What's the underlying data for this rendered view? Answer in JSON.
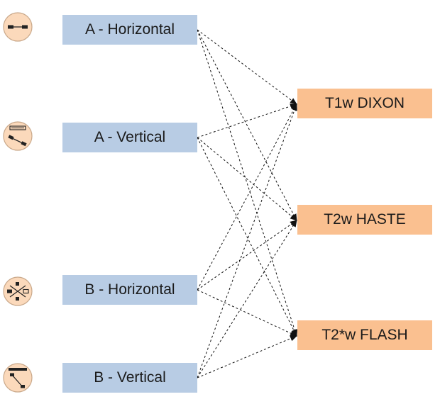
{
  "colors": {
    "source_fill": "#b8cce4",
    "target_fill": "#fac090",
    "icon_fill": "#fbd9bb",
    "icon_stroke": "#c9a88a",
    "edge": "#111111"
  },
  "sources": [
    {
      "id": "a-horizontal",
      "label": "A - Horizontal"
    },
    {
      "id": "a-vertical",
      "label": "A - Vertical"
    },
    {
      "id": "b-horizontal",
      "label": "B - Horizontal"
    },
    {
      "id": "b-vertical",
      "label": "B - Vertical"
    }
  ],
  "targets": [
    {
      "id": "t1w-dixon",
      "label": "T1w DIXON"
    },
    {
      "id": "t2w-haste",
      "label": "T2w HASTE"
    },
    {
      "id": "t2sw-flash",
      "label": "T2*w FLASH"
    }
  ],
  "edges": [
    [
      "a-horizontal",
      "t1w-dixon"
    ],
    [
      "a-horizontal",
      "t2w-haste"
    ],
    [
      "a-horizontal",
      "t2sw-flash"
    ],
    [
      "a-vertical",
      "t1w-dixon"
    ],
    [
      "a-vertical",
      "t2w-haste"
    ],
    [
      "a-vertical",
      "t2sw-flash"
    ],
    [
      "b-horizontal",
      "t1w-dixon"
    ],
    [
      "b-horizontal",
      "t2w-haste"
    ],
    [
      "b-horizontal",
      "t2sw-flash"
    ],
    [
      "b-vertical",
      "t1w-dixon"
    ],
    [
      "b-vertical",
      "t2w-haste"
    ],
    [
      "b-vertical",
      "t2sw-flash"
    ]
  ],
  "edge_style": "dashed-arrow"
}
